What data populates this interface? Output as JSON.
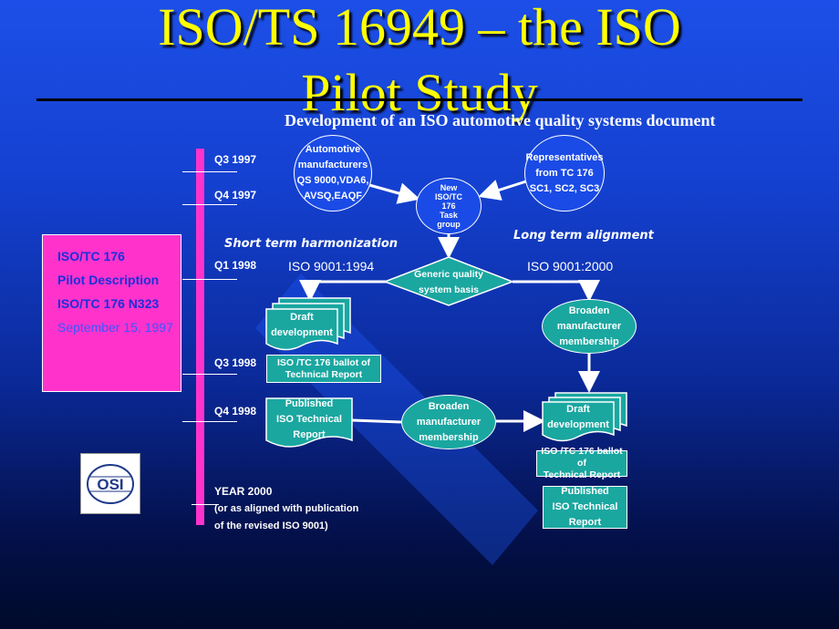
{
  "title": {
    "line1": "ISO/TS 16949 – the ISO",
    "line2": "Pilot Study"
  },
  "subtitle": "Development of an ISO automotive quality systems document",
  "sidebox": {
    "line1": "ISO/TC 176",
    "line2": "Pilot Description",
    "line3": "ISO/TC 176 N323",
    "line4": "September 15, 1997"
  },
  "timeline": {
    "q3_1997": "Q3 1997",
    "q4_1997": "Q4 1997",
    "q1_1998": "Q1 1998",
    "q3_1998": "Q3 1998",
    "q4_1998": "Q4 1998",
    "year2000": "YEAR 2000",
    "year2000_note1": "(or as aligned with publication",
    "year2000_note2": "of the revised ISO 9001)"
  },
  "headings": {
    "short_term": "Short term harmonization",
    "long_term": "Long term alignment",
    "iso_1994": "ISO 9001:1994",
    "iso_2000": "ISO 9001:2000"
  },
  "nodes": {
    "automotive": [
      "Automotive",
      "manufacturers",
      "QS 9000,VDA6,",
      "AVSQ,EAQF"
    ],
    "representatives": [
      "Representatives",
      "from TC 176",
      "SC1, SC2, SC3"
    ],
    "new_group": [
      "New",
      "ISO/TC",
      "176",
      "Task",
      "group"
    ],
    "generic": [
      "Generic quality",
      "system basis"
    ],
    "draft_left": [
      "Draft",
      "development"
    ],
    "ballot_left": [
      "ISO /TC 176 ballot of",
      "Technical Report"
    ],
    "published_left": [
      "Published",
      "ISO Technical",
      "Report"
    ],
    "broaden_mid": [
      "Broaden",
      "manufacturer",
      "membership"
    ],
    "broaden_right": [
      "Broaden",
      "manufacturer",
      "membership"
    ],
    "draft_right": [
      "Draft",
      "development"
    ],
    "ballot_right": [
      "ISO /TC 176 ballot of",
      "Technical Report"
    ],
    "published_right": [
      "Published",
      "ISO Technical",
      "Report"
    ]
  },
  "logo": {
    "text": "OSI"
  },
  "colors": {
    "title": "#ffff00",
    "accent_pink": "#ff33cc",
    "node_teal": "#1aa7a0",
    "background_top": "#1d4fe8"
  }
}
